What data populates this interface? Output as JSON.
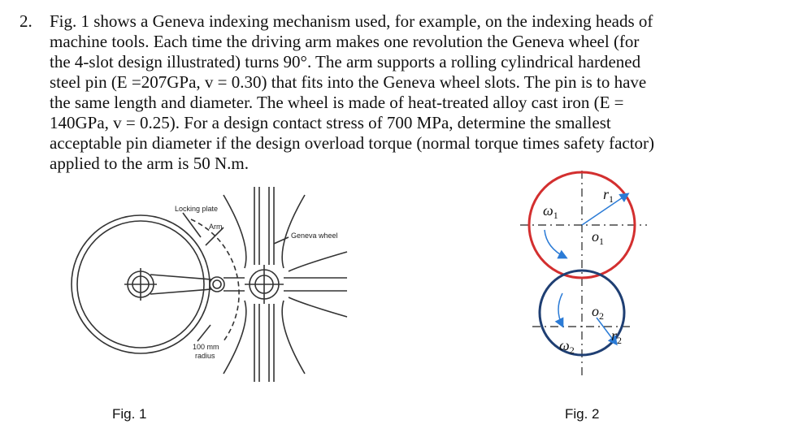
{
  "problem": {
    "number": "2.",
    "lines": [
      "Fig. 1 shows a Geneva indexing mechanism used, for example, on the indexing heads of",
      "machine tools. Each time the driving arm makes one revolution the Geneva wheel (for",
      "the 4-slot design illustrated) turns 90°. The arm supports a rolling cylindrical hardened",
      "steel pin (E =207GPa, v = 0.30) that fits into the Geneva wheel slots. The pin is to have",
      "the same length and diameter. The wheel is made of heat-treated alloy cast iron (E =",
      "140GPa, v = 0.25). For a design contact stress of 700 MPa, determine the smallest",
      "acceptable pin diameter if the design overload torque (normal torque times safety factor)",
      "applied to the arm is 50 N.m."
    ]
  },
  "fig1": {
    "caption": "Fig. 1",
    "labels": {
      "locking_plate": "Locking plate",
      "arm": "Arm",
      "geneva_wheel": "Geneva wheel",
      "radius_value": "100 mm",
      "radius_word": "radius"
    }
  },
  "fig2": {
    "caption": "Fig. 2",
    "labels": {
      "omega1": "ω",
      "omega1_sub": "1",
      "r1": "r",
      "r1_sub": "1",
      "o1": "o",
      "o1_sub": "1",
      "o2": "o",
      "o2_sub": "2",
      "omega2": "ω",
      "omega2_sub": "2",
      "r2": "r",
      "r2_sub": "2"
    },
    "colors": {
      "circle1": "#d32f2f",
      "circle2": "#1f3f73",
      "arrow": "#2b7bd6"
    }
  }
}
